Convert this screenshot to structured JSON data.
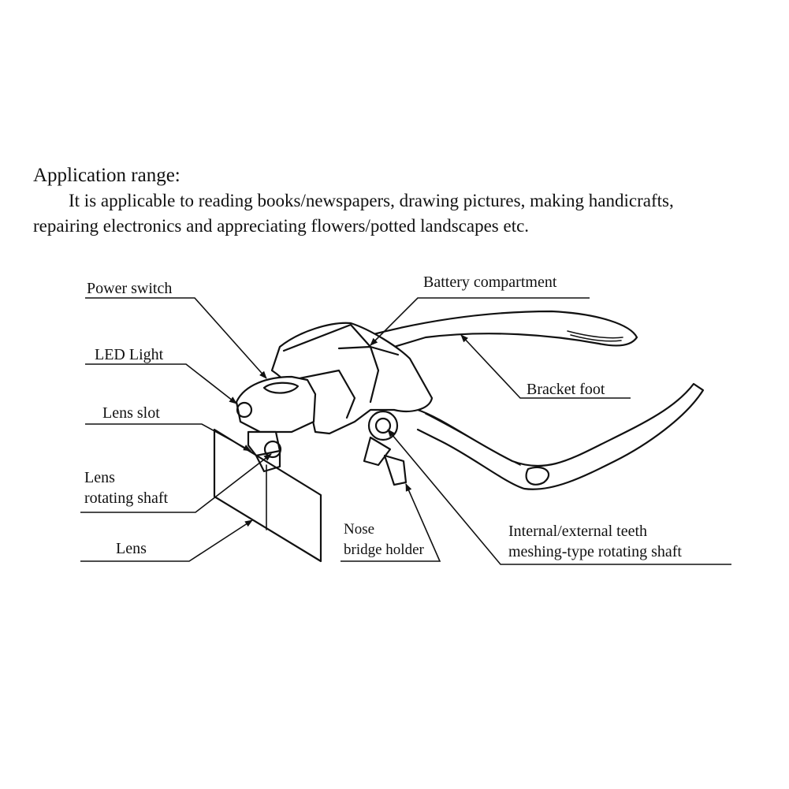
{
  "intro": {
    "heading": "Application range:",
    "line1": "It is applicable to reading books/newspapers, drawing pictures, making handicrafts,",
    "line2": "repairing electronics and appreciating flowers/potted landscapes etc."
  },
  "labels": {
    "power_switch": "Power switch",
    "led_light": "LED Light",
    "lens_slot": "Lens slot",
    "lens_shaft_1": "Lens",
    "lens_shaft_2": "rotating shaft",
    "lens": "Lens",
    "battery": "Battery compartment",
    "bracket_foot": "Bracket foot",
    "nose_1": "Nose",
    "nose_2": "bridge holder",
    "teeth_1": "Internal/external teeth",
    "teeth_2": "meshing-type rotating shaft"
  }
}
